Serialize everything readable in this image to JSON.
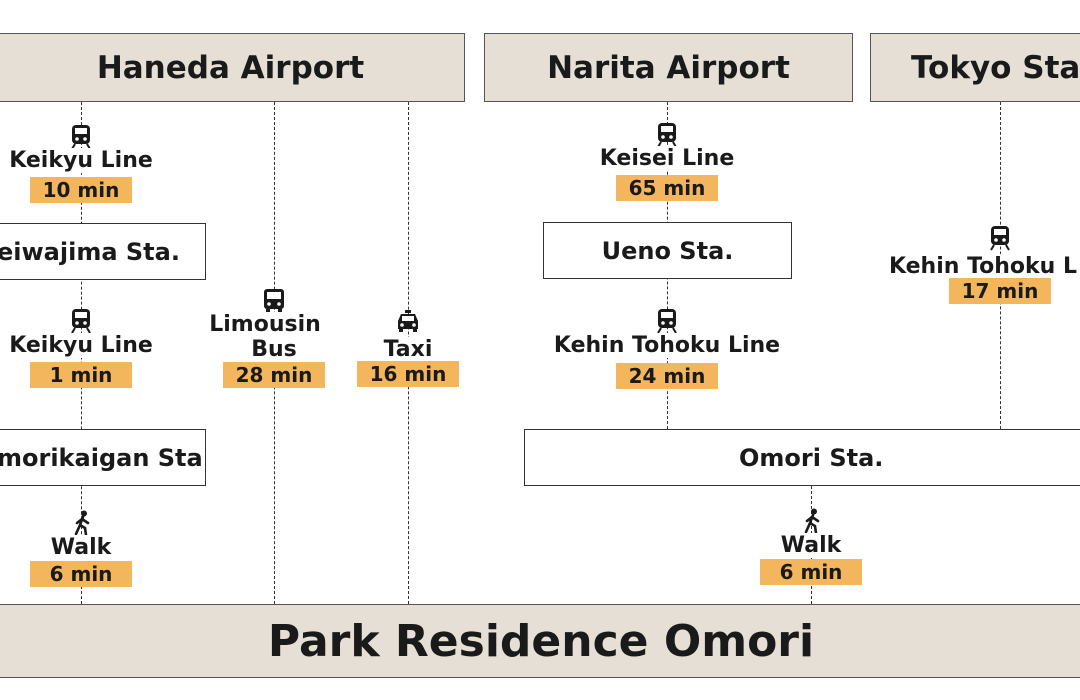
{
  "origins": {
    "haneda": "Haneda Airport",
    "narita": "Narita Airport",
    "tokyo": "Tokyo Sta"
  },
  "stations": {
    "heiwajima": "eiwajima Sta.",
    "omorikaigan": "morikaigan Sta.",
    "ueno": "Ueno Sta.",
    "omori": "Omori Sta."
  },
  "routes": {
    "haneda_keikyu_1": {
      "label": "Keikyu Line",
      "time": "10 min",
      "icon": "train-icon"
    },
    "haneda_keikyu_2": {
      "label": "Keikyu Line",
      "time": "1 min",
      "icon": "train-icon"
    },
    "haneda_walk": {
      "label": "Walk",
      "time": "6 min",
      "icon": "walker-icon"
    },
    "limousin_bus": {
      "label_line1": "Limousin",
      "label_line2": "Bus",
      "time": "28 min",
      "icon": "bus-icon"
    },
    "taxi": {
      "label": "Taxi",
      "time": "16 min",
      "icon": "taxi-icon"
    },
    "narita_keisei": {
      "label": "Keisei Line",
      "time": "65 min",
      "icon": "train-icon"
    },
    "narita_kehin": {
      "label": "Kehin Tohoku Line",
      "time": "24 min",
      "icon": "train-icon"
    },
    "tokyo_kehin": {
      "label": "Kehin Tohoku L",
      "time": "17 min",
      "icon": "train-icon"
    },
    "omori_walk": {
      "label": "Walk",
      "time": "6 min",
      "icon": "walker-icon"
    }
  },
  "destination": "Park Residence Omori",
  "colors": {
    "header_bg": "#e5dfd5",
    "time_badge": "#f4b65d",
    "line": "#333333"
  }
}
